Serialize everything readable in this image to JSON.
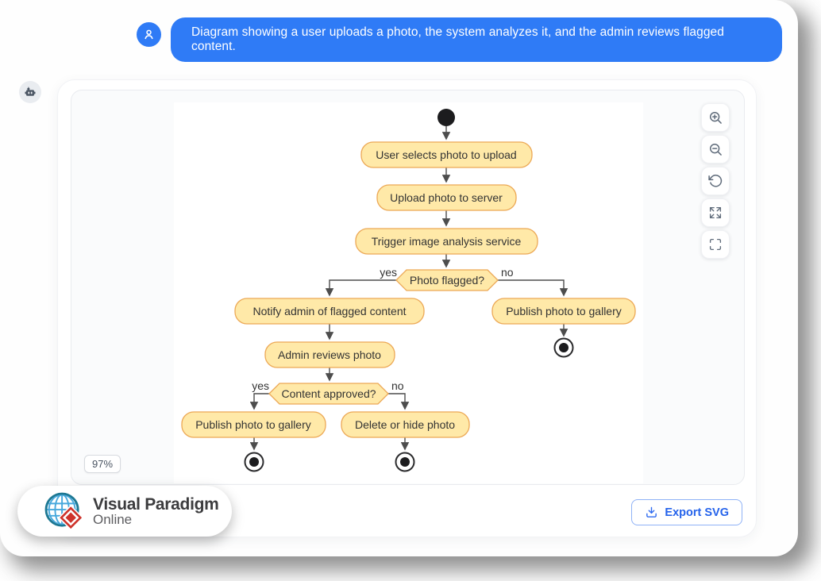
{
  "assistant_banner": {
    "message": "Diagram showing a user uploads a photo, the system analyzes it, and the admin reviews flagged content."
  },
  "viewer": {
    "zoom_level": "97%",
    "toolbar_icons": [
      "zoom-in-icon",
      "zoom-out-icon",
      "reset-view-icon",
      "expand-icon",
      "fullscreen-icon"
    ],
    "export_button_label": "Export SVG"
  },
  "branding": {
    "name": "Visual Paradigm",
    "product": "Online"
  },
  "colors": {
    "accent_blue": "#2F7BF6",
    "node_fill": "#FFE9A8",
    "node_border": "#ECA855",
    "connector": "#4D4D4D"
  },
  "diagram": {
    "type": "activity-flowchart",
    "nodes": {
      "n1": {
        "label": "User selects photo to upload"
      },
      "n2": {
        "label": "Upload photo to server"
      },
      "n3": {
        "label": "Trigger image analysis service"
      },
      "d1": {
        "label": "Photo flagged?"
      },
      "n4": {
        "label": "Notify admin of flagged content"
      },
      "n5": {
        "label": "Publish photo to gallery"
      },
      "n6": {
        "label": "Admin reviews photo"
      },
      "d2": {
        "label": "Content approved?"
      },
      "n7": {
        "label": "Publish photo to gallery"
      },
      "n8": {
        "label": "Delete or hide photo"
      }
    },
    "edge_labels": {
      "d1_yes": "yes",
      "d1_no": "no",
      "d2_yes": "yes",
      "d2_no": "no"
    }
  }
}
